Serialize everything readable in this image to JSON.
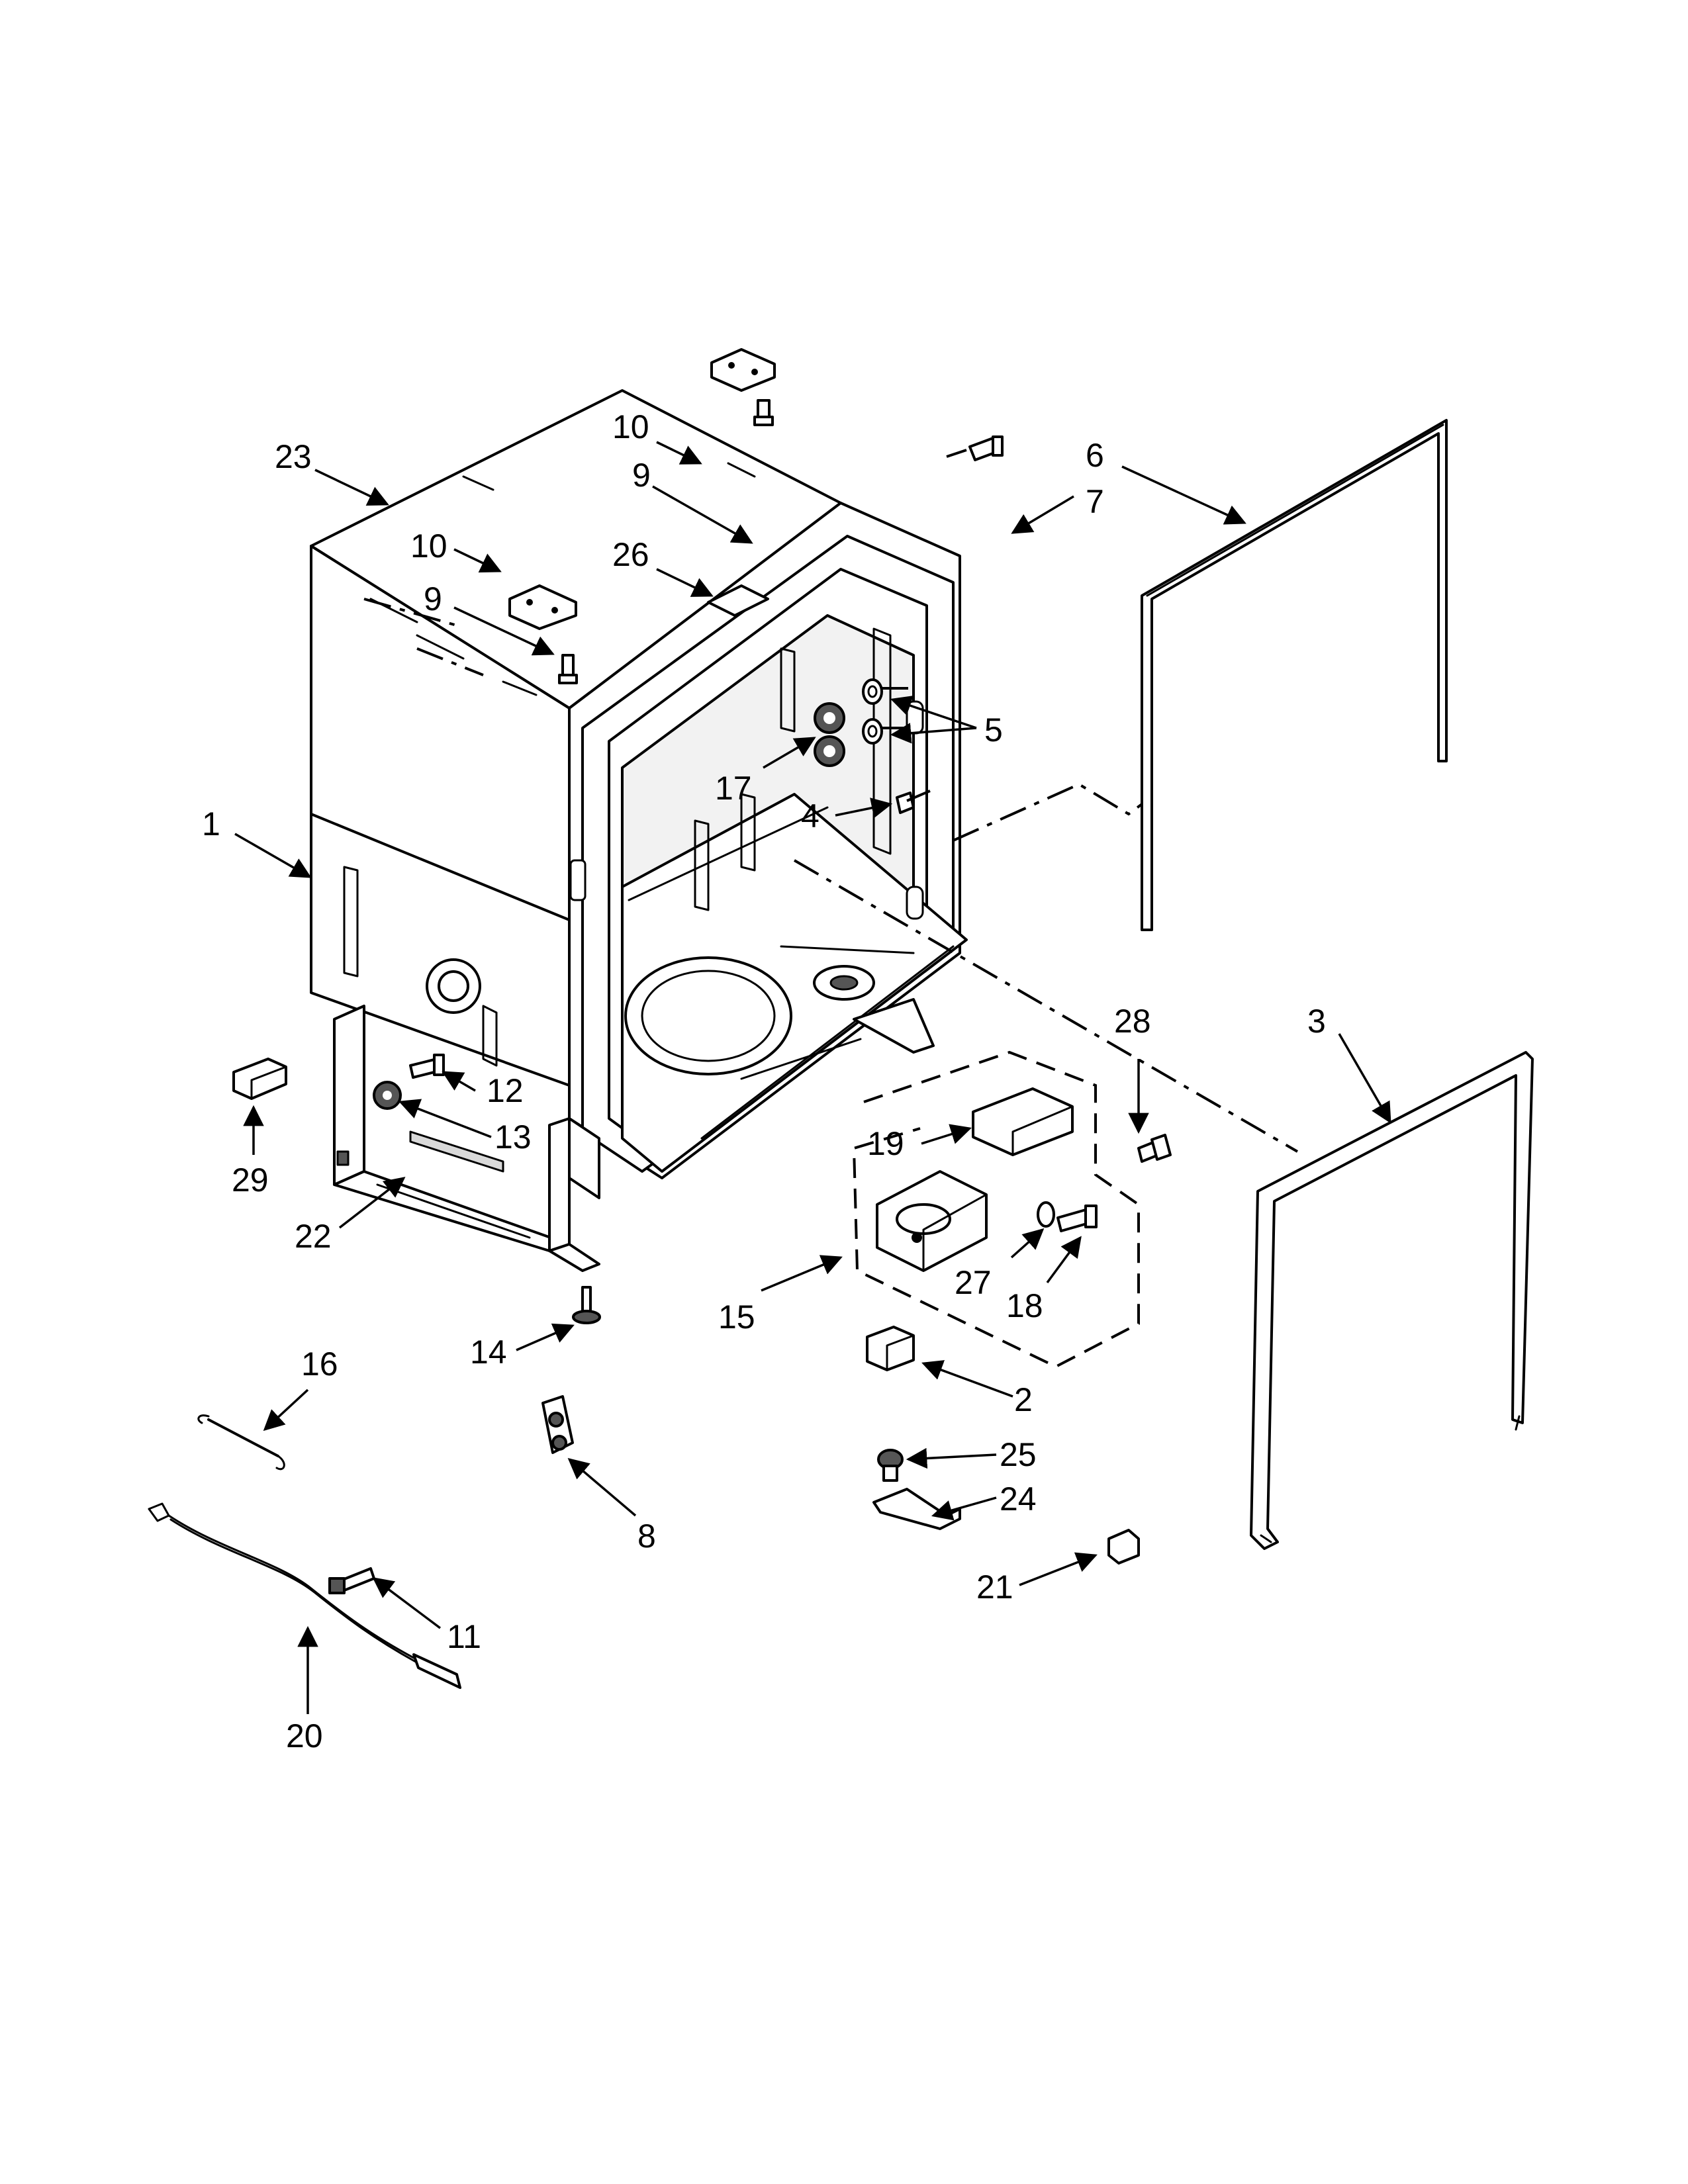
{
  "callouts": {
    "c1": "1",
    "c2": "2",
    "c3": "3",
    "c4": "4",
    "c5": "5",
    "c6": "6",
    "c7": "7",
    "c8": "8",
    "c9a": "9",
    "c9b": "9",
    "c10a": "10",
    "c10b": "10",
    "c11": "11",
    "c12": "12",
    "c13": "13",
    "c14": "14",
    "c15": "15",
    "c16": "16",
    "c17": "17",
    "c18": "18",
    "c19": "19",
    "c20": "20",
    "c21": "21",
    "c22": "22",
    "c23": "23",
    "c24": "24",
    "c25": "25",
    "c26": "26",
    "c27": "27",
    "c28": "28",
    "c29": "29"
  }
}
